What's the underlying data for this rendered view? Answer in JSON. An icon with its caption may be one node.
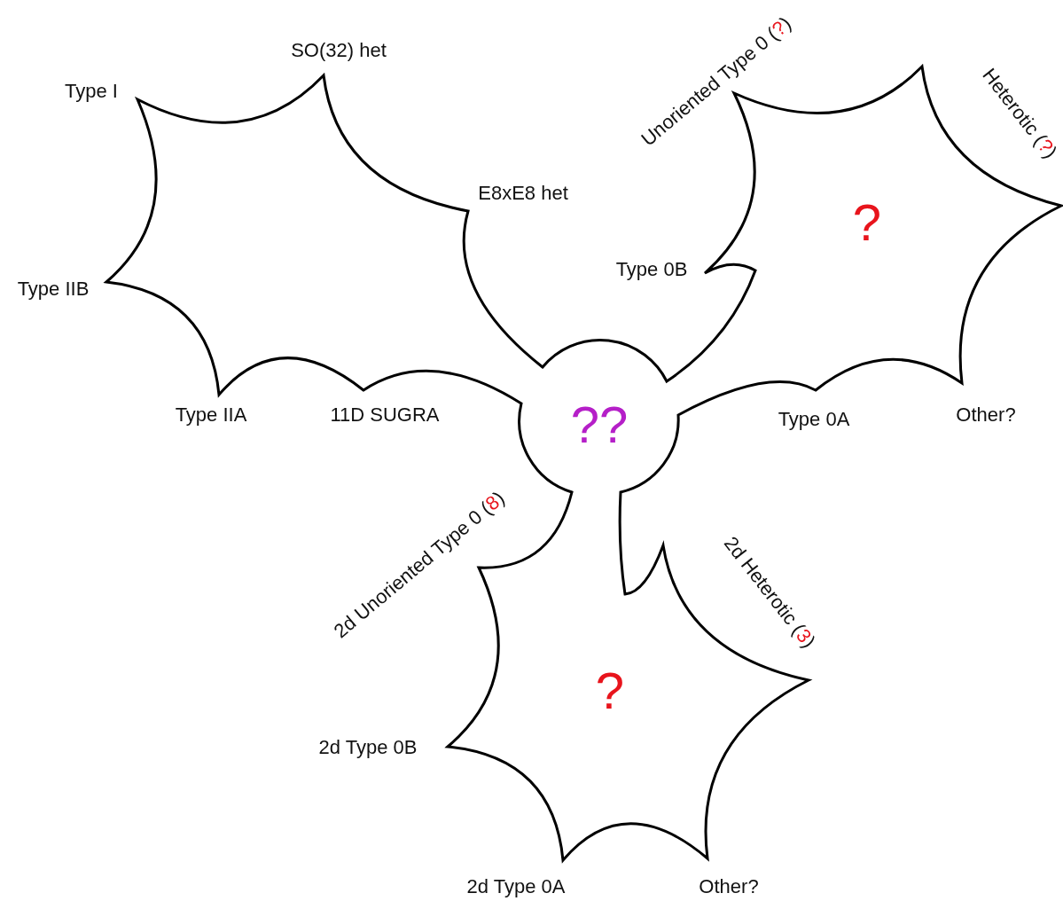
{
  "diagram": {
    "labels": [
      "SO(32) het",
      "Type I",
      "Unoriented Type 0 (?)",
      "Heterotic (?)",
      "E8xE8 het",
      "?",
      "Type 0B",
      "Type IIB",
      "Type IIA",
      "11D SUGRA",
      "??",
      "Type 0A",
      "Other?",
      "2d Unoriented Type 0 (8)",
      "2d Heterotic (3)",
      "?",
      "2d Type 0B",
      "2d Type 0A",
      "Other?"
    ]
  }
}
